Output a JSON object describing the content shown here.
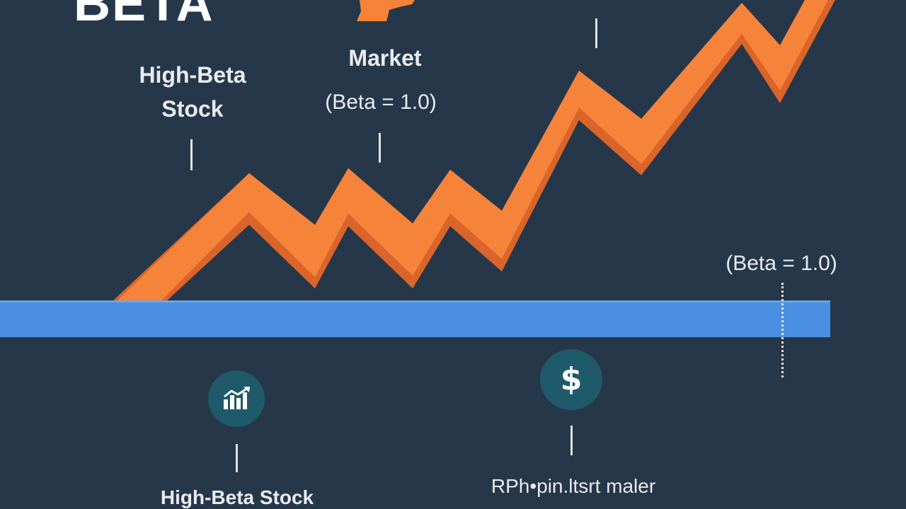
{
  "header": {
    "title": "BETA"
  },
  "labels": {
    "high_beta_line1": "High-Beta",
    "high_beta_line2": "Stock",
    "market": "Market",
    "market_beta": "(Beta = 1.0)",
    "right_beta": "(Beta = 1.0)",
    "bottom_left": "High-Beta Stock",
    "bottom_right": "RPh•pin.ltsrt maler"
  },
  "icons": {
    "left_icon": "bar-chart-growth-icon",
    "right_icon": "dollar-coin-icon",
    "dollar_glyph": "$"
  },
  "colors": {
    "background": "#27374a",
    "zigzag": "#f5843a",
    "zigzag_shadow": "#d9652a",
    "market_bar": "#4a90e2",
    "icon_circle": "#1f5a6b"
  }
}
